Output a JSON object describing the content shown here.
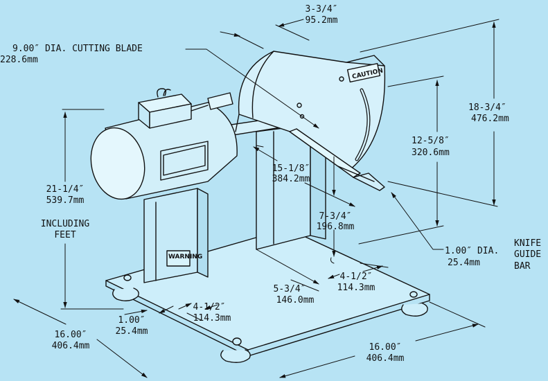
{
  "labels": {
    "blade_dia": "9.00″ DIA. CUTTING BLADE",
    "blade_mm": "228.6mm",
    "top_in": "3-3/4″",
    "top_mm": "95.2mm",
    "h_in": "18-3/4″",
    "h_mm": "476.2mm",
    "gh_in": "12-5/8″",
    "gh_mm": "320.6mm",
    "tot_in": "21-1/4″",
    "tot_mm": "539.7mm",
    "incl1": "INCLUDING",
    "incl2": "FEET",
    "blade_depth_in": "15-1/8″",
    "blade_depth_mm": "384.2mm",
    "bar_h_in": "7-3/4″",
    "bar_h_mm": "196.8mm",
    "bar_dia": "1.00″ DIA.",
    "bar_mm": "25.4mm",
    "knife1": "KNIFE",
    "knife2": "GUIDE",
    "knife3": "BAR",
    "r_off_in": "4-1/2″",
    "r_off_mm": "114.3mm",
    "mid_in": "5-3/4″",
    "mid_mm": "146.0mm",
    "l_off_in": "4-1/2″",
    "l_off_mm": "114.3mm",
    "edge_in": "1.00″",
    "edge_mm": "25.4mm",
    "depth_in": "16.00″",
    "depth_mm": "406.4mm",
    "width_in": "16.00″",
    "width_mm": "406.4mm",
    "caution": "CAUTION",
    "warning": "WARNING"
  }
}
